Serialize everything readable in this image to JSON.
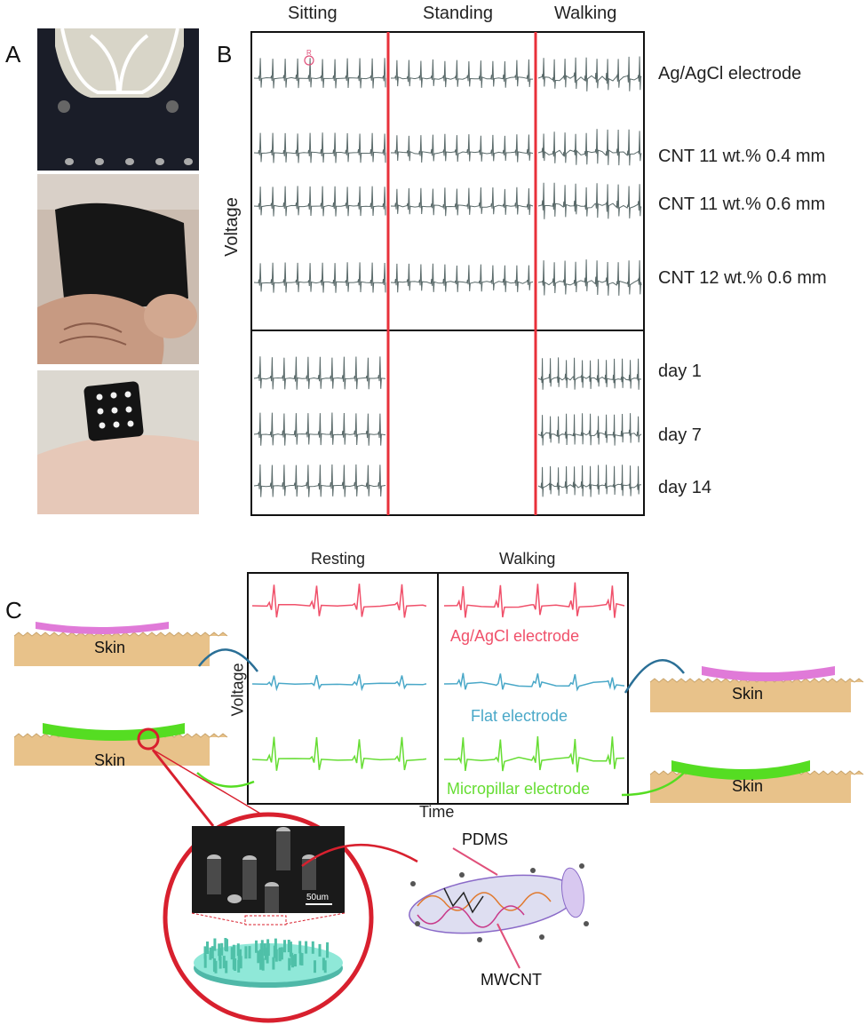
{
  "panels": {
    "a": {
      "letter": "A"
    },
    "b": {
      "letter": "B"
    },
    "c": {
      "letter": "C"
    }
  },
  "panel_b": {
    "columns": [
      "Sitting",
      "Standing",
      "Walking"
    ],
    "ylabel": "Voltage",
    "rows": [
      "Ag/AgCl electrode",
      "CNT 11 wt.% 0.4 mm",
      "CNT 11 wt.% 0.6 mm",
      "CNT 12 wt.% 0.6 mm"
    ],
    "days": [
      "day 1",
      "day 7",
      "day 14"
    ],
    "marker": "R",
    "colors": {
      "trace": "#5a6a6a",
      "divider": "#e8303a",
      "frame": "#111111"
    }
  },
  "panel_c": {
    "columns": [
      "Resting",
      "Walking"
    ],
    "ylabel": "Voltage",
    "xlabel": "Time",
    "traces": [
      {
        "label": "Ag/AgCl electrode",
        "color": "#f0506a"
      },
      {
        "label": "Flat electrode",
        "color": "#4aa8c8"
      },
      {
        "label": "Micropillar electrode",
        "color": "#66dd33"
      }
    ],
    "skin_label": "Skin",
    "sem_scale": "50um",
    "molecule_labels": {
      "top": "PDMS",
      "bottom": "MWCNT"
    }
  }
}
